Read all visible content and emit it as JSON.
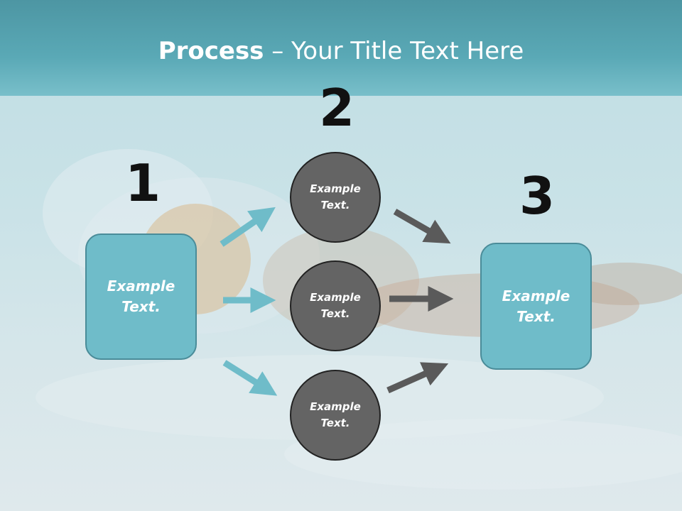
{
  "title": {
    "bold": "Process",
    "rest": " – Your Title Text Here"
  },
  "steps": {
    "step1": {
      "number": "1",
      "text": "Example Text."
    },
    "step2": {
      "number": "2",
      "items": [
        "Example Text.",
        "Example Text.",
        "Example Text."
      ]
    },
    "step3": {
      "number": "3",
      "text": "Example Text."
    }
  },
  "colors": {
    "teal_box": "#6fbcc9",
    "teal_arrow": "#6fbcc9",
    "gray_circle": "#646464",
    "gray_arrow": "#5a5a5a",
    "title_band": "#5aa9b6"
  }
}
